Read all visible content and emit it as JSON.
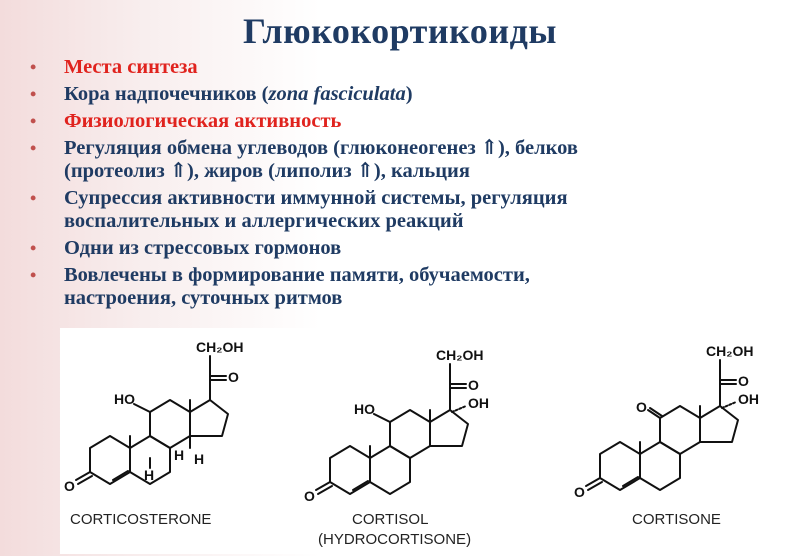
{
  "title": "Глюкокортикоиды",
  "bullets": [
    {
      "text": "Места синтеза"
    },
    {
      "pre": "Кора надпочечников (",
      "italic": "zona fasciculata",
      "post": ")"
    },
    {
      "text": "Физиологическая активность"
    },
    {
      "line1": "Регуляция обмена углеводов (глюконеогенез ⇑), белков",
      "line2": "(протеолиз ⇑), жиров (липолиз ⇑), кальция"
    },
    {
      "line1": "Супрессия активности иммунной системы, регуляция",
      "line2": "воспалительных и аллергических реакций"
    },
    {
      "text": "Одни из стрессовых гормонов"
    },
    {
      "line1": "Вовлечены в формирование памяти, обучаемости,",
      "line2": "настроения, суточных ритмов"
    }
  ],
  "colors": {
    "title": "#1f3b63",
    "accent": "#e0231e",
    "bullet": "#c0504d"
  },
  "molecules": [
    {
      "name": "CORTICOSTERONE",
      "ch2oh": "CH₂OH",
      "o": "O",
      "ho": "HO",
      "h": "H"
    },
    {
      "name": "CORTISOL",
      "sub": "(HYDROCORTISONE)",
      "ch2oh": "CH₂OH",
      "o": "O",
      "ho": "HO",
      "oh": "OH"
    },
    {
      "name": "CORTISONE",
      "ch2oh": "CH₂OH",
      "o": "O",
      "oh": "OH"
    }
  ]
}
